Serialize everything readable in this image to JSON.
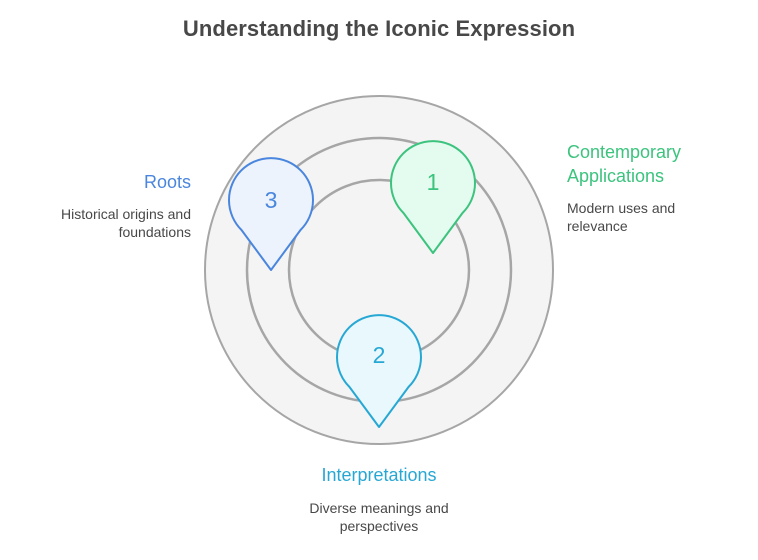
{
  "title": "Understanding the Iconic Expression",
  "colors": {
    "ring_fill": "#f4f4f4",
    "ring_stroke": "#a6a6a6",
    "title": "#484848",
    "description": "#484848"
  },
  "items": [
    {
      "number": "1",
      "label_line1": "Contemporary",
      "label_line2": "Applications",
      "description_line1": "Modern uses and",
      "description_line2": "relevance",
      "color": "#3cc37e",
      "fill": "#e3fcef"
    },
    {
      "number": "2",
      "label": "Interpretations",
      "description_line1": "Diverse meanings and",
      "description_line2": "perspectives",
      "color": "#27a8d4",
      "fill": "#e8f8fd"
    },
    {
      "number": "3",
      "label": "Roots",
      "description_line1": "Historical origins and",
      "description_line2": "foundations",
      "color": "#4a86de",
      "fill": "#edf3fd"
    }
  ]
}
